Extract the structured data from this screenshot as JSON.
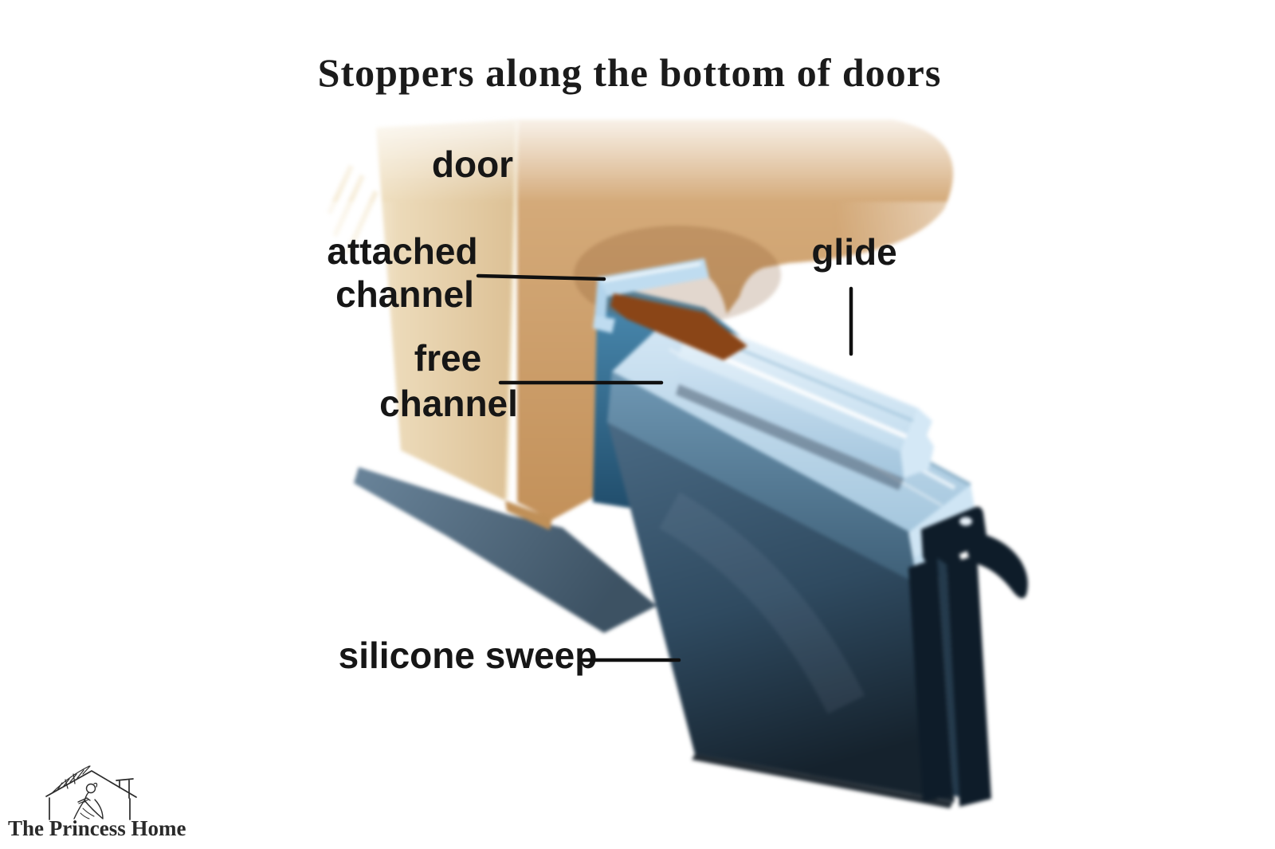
{
  "title": {
    "text": "Stoppers along the bottom of doors"
  },
  "diagram": {
    "labels": {
      "door": "door",
      "attached_channel_line1": "attached",
      "attached_channel_line2": "channel",
      "free_channel_line1": "free",
      "free_channel_line2": "channel",
      "glide": "glide",
      "silicone_sweep": "silicone sweep"
    }
  },
  "branding": {
    "logo_text": "The Princess Home",
    "logo_icon": "house-with-reading-woman-icon"
  },
  "palette": {
    "background": "#ffffff",
    "title_color": "#1b1b1b",
    "label_color": "#161616",
    "leader_color": "#101010",
    "logo_color": "#2a2a2a",
    "door_front": "#e7d2ae",
    "door_side": "#d2a977",
    "door_edge": "#c09058",
    "wood_brown": "#8a4517",
    "channel_light": "#c3ddef",
    "channel_lighter": "#e6f2fa",
    "channel_teal": "#3f81a8",
    "channel_teal_dark": "#1f4a68",
    "channel_face": "#4a6c85",
    "sweep_dark": "#44637d",
    "sweep_black": "#0e1c29"
  }
}
